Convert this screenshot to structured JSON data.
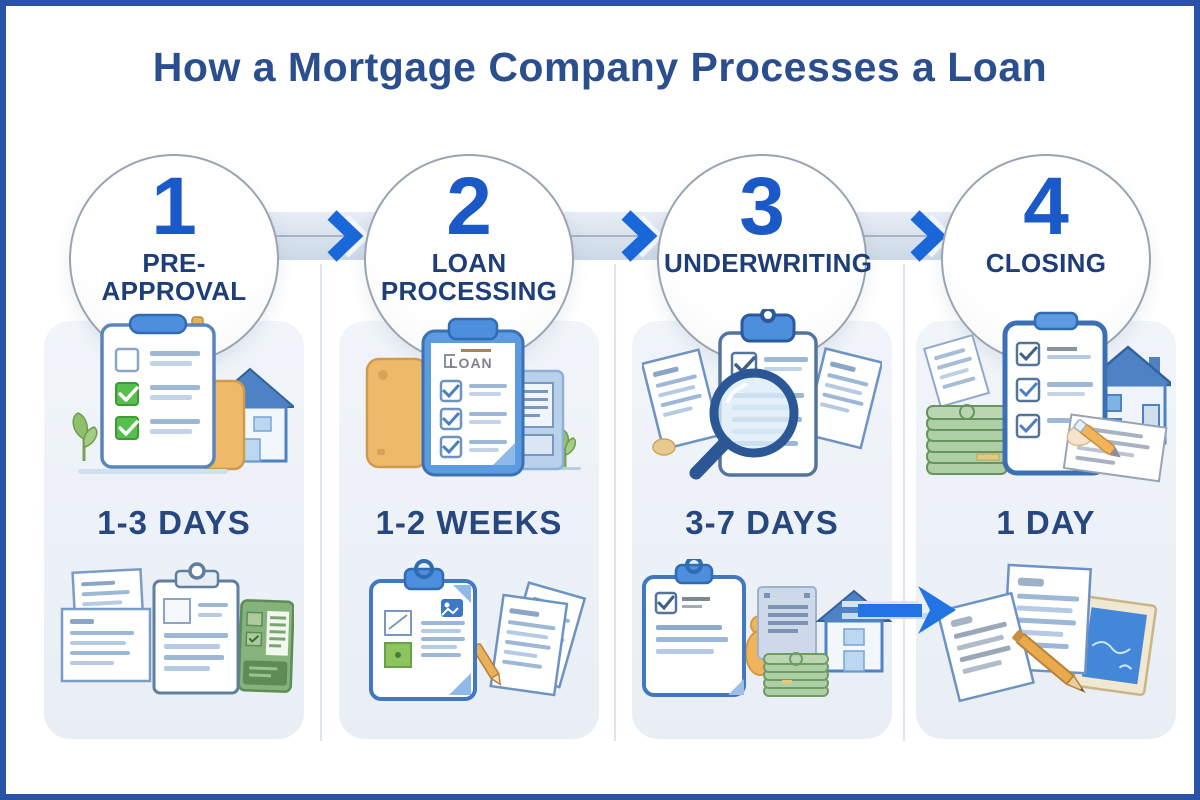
{
  "title": "How a Mortgage Company Processes a Loan",
  "steps": [
    {
      "number": "1",
      "label": "PRE-APPROVAL",
      "duration": "1-3 DAYS",
      "top_illustration": "clipboard-checklist-house-plant-pencil",
      "bottom_illustration": "documents-clipboard-money-card"
    },
    {
      "number": "2",
      "label": "LOAN PROCESSING",
      "duration": "1-2 WEEKS",
      "clipboard_text": "LOAN",
      "top_illustration": "folder-loan-clipboard-building-plant",
      "bottom_illustration": "clipboard-photos-documents-pencil"
    },
    {
      "number": "3",
      "label": "UNDERWRITING",
      "duration": "3-7 DAYS",
      "top_illustration": "clipboard-magnifying-glass-documents",
      "bottom_illustration": "clipboard-money-stack-house-arrow"
    },
    {
      "number": "4",
      "label": "CLOSING",
      "duration": "1 DAY",
      "top_illustration": "clipboard-house-money-signing-pen",
      "bottom_illustration": "documents-pencil-blue-photo"
    }
  ],
  "colors": {
    "frame_border": "#2a52a8",
    "title_text": "#2b4f8e",
    "step_number": "#1b59c8",
    "step_label": "#1d3e78",
    "duration_text": "#27477f",
    "card_background": "#edf2f8",
    "arrow_chevron_blue": "#1a67da",
    "solid_arrow_blue": "#2273e3",
    "clip_blue": "#4d8fdd",
    "check_green": "#56bf4e",
    "money_green": "#aecfa6",
    "folder_tan": "#eeba6a",
    "house_roof_blue": "#4d82c4"
  }
}
